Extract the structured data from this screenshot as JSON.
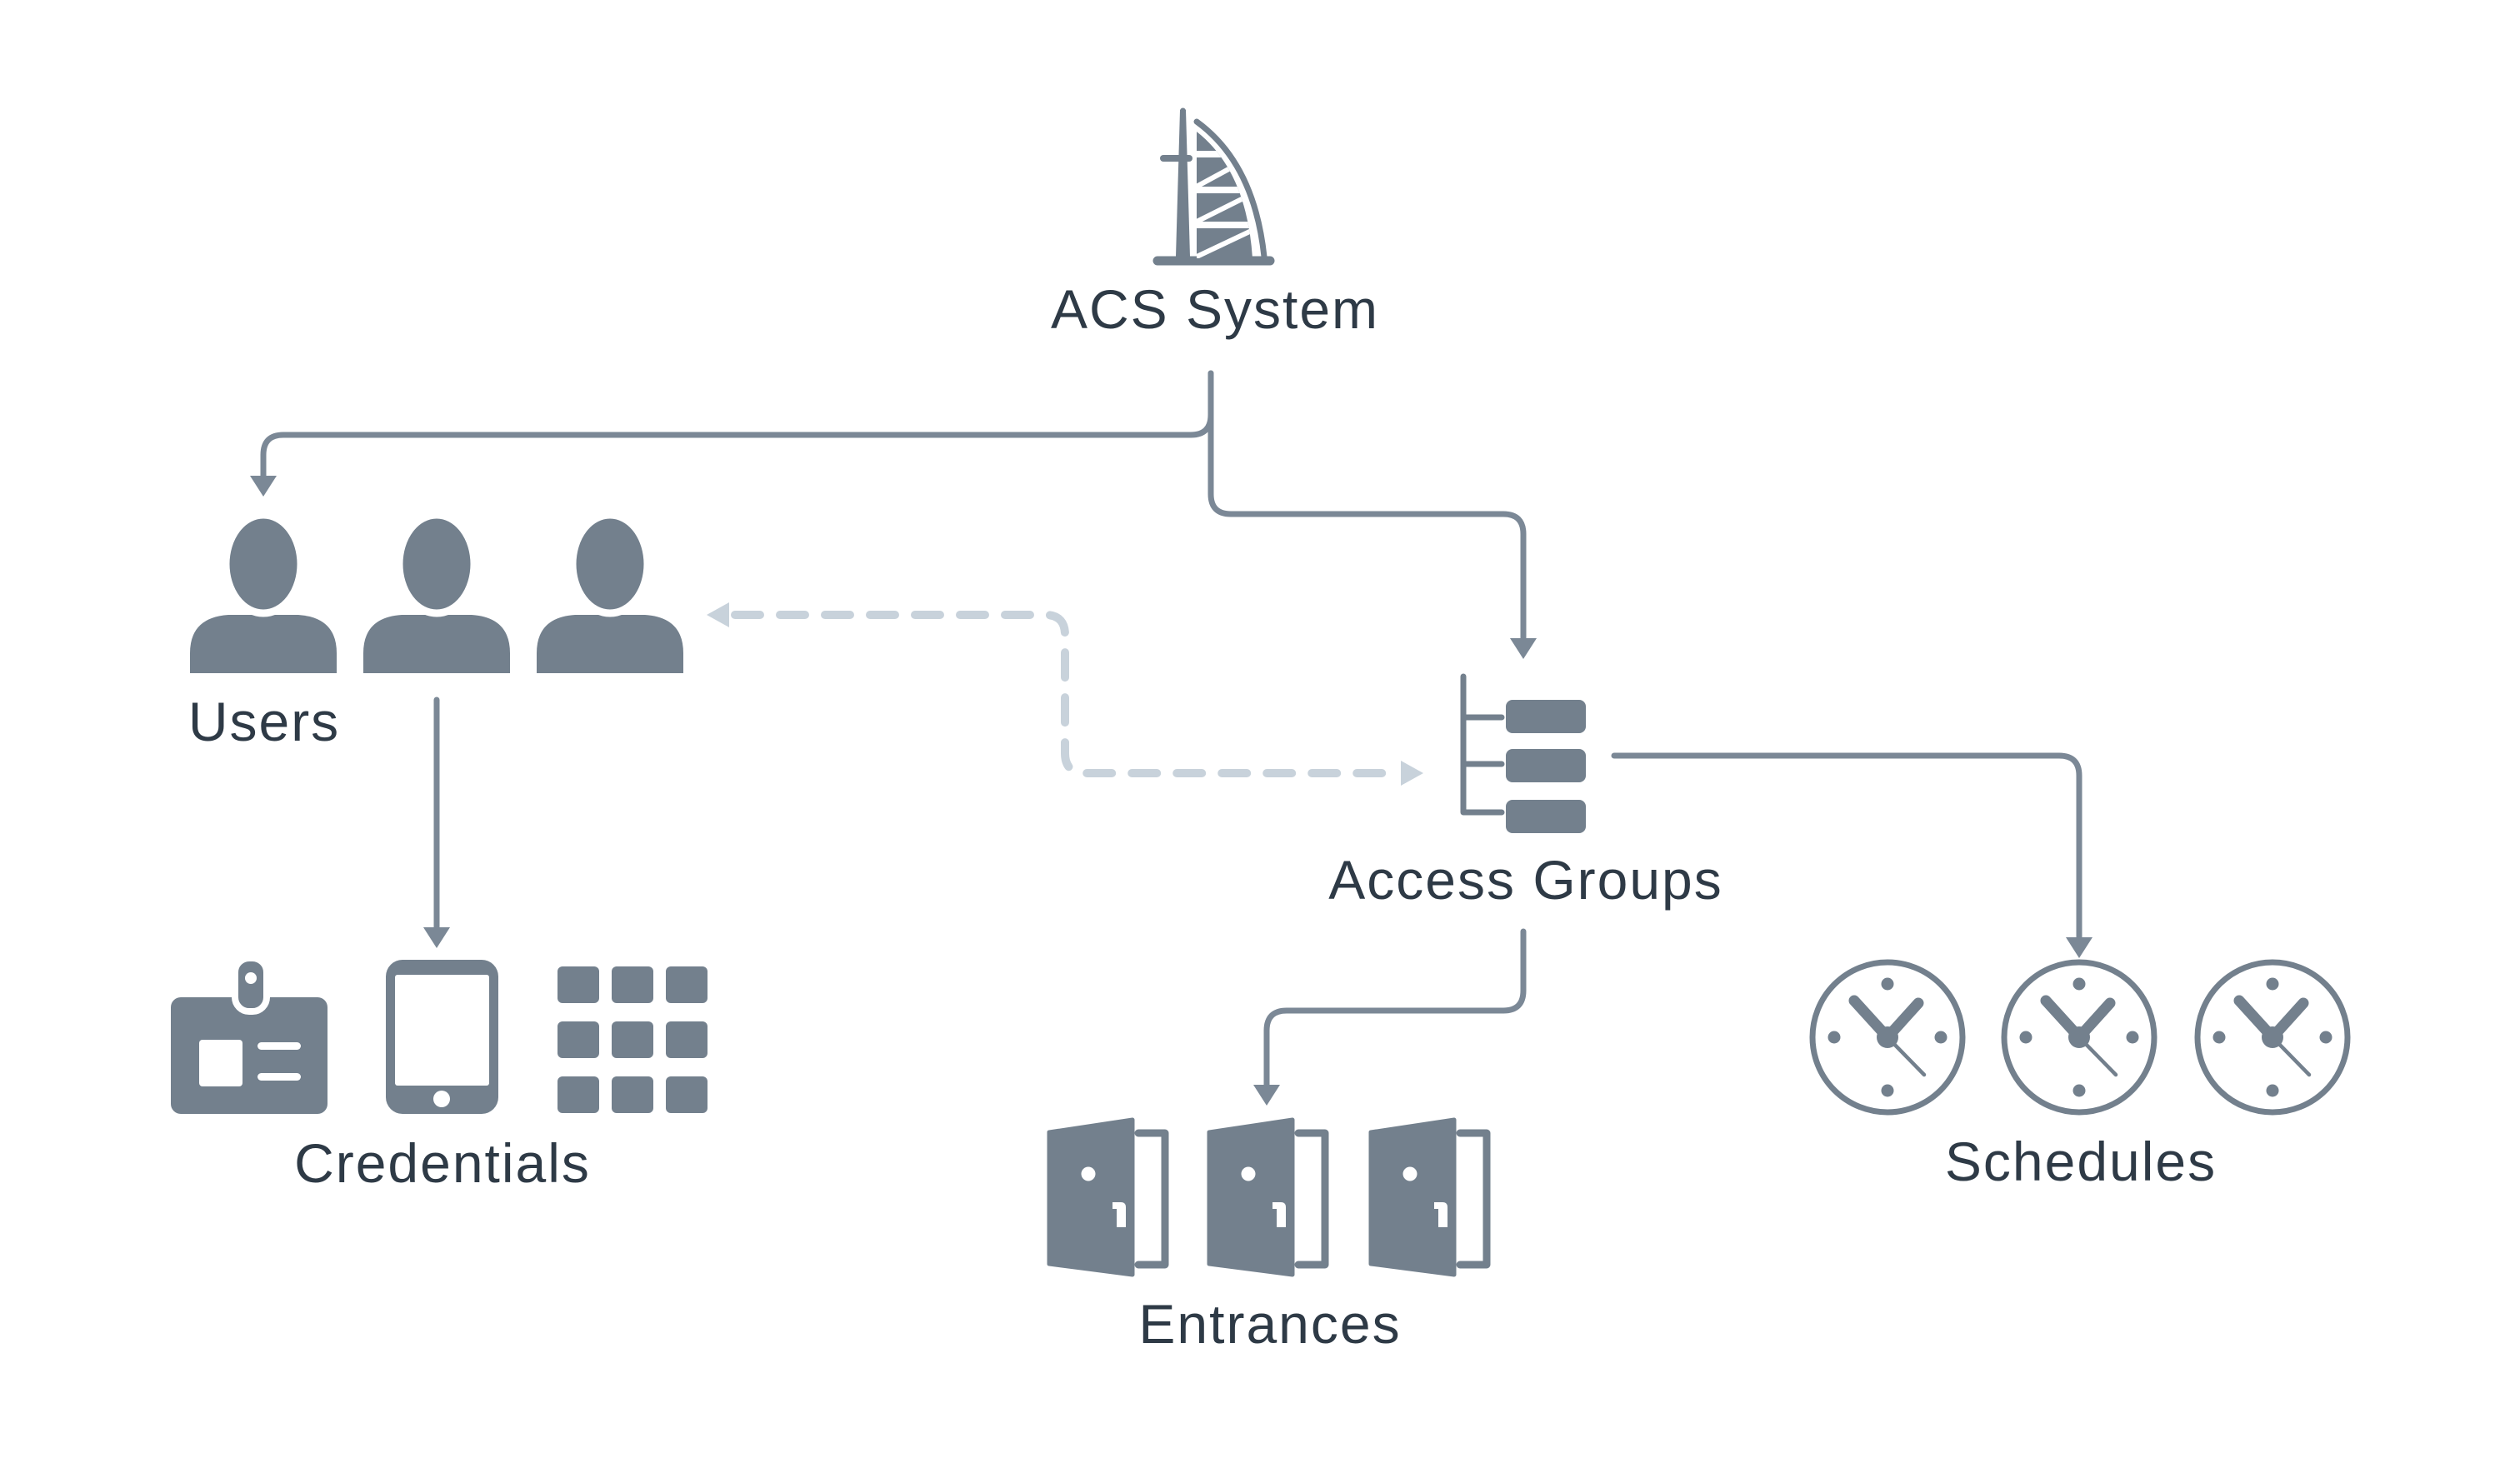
{
  "diagram_title": "ACS System",
  "colors": {
    "background": "#ffffff",
    "icon": "#73808d",
    "line": "#7b8896",
    "dashed_line": "#c8d2db",
    "text": "#2e3a46"
  },
  "nodes": {
    "acs": {
      "label": "ACS System",
      "icon": "burj-al-arab-building-icon"
    },
    "users": {
      "label": "Users",
      "icon": "person-icon",
      "icon_count": 3
    },
    "credentials": {
      "label": "Credentials",
      "icons": [
        "id-badge-icon",
        "smartphone-icon",
        "keypad-icon"
      ]
    },
    "access_groups": {
      "label": "Access Groups",
      "icon": "grouped-list-icon"
    },
    "entrances": {
      "label": "Entrances",
      "icon": "open-door-icon",
      "icon_count": 3
    },
    "schedules": {
      "label": "Schedules",
      "icon": "clock-icon",
      "icon_count": 3
    }
  },
  "edges": [
    {
      "from": "acs",
      "to": "users",
      "style": "solid",
      "arrow": "end"
    },
    {
      "from": "acs",
      "to": "access_groups",
      "style": "solid",
      "arrow": "end"
    },
    {
      "from": "users",
      "to": "credentials",
      "style": "solid",
      "arrow": "end"
    },
    {
      "from": "access_groups",
      "to": "schedules",
      "style": "solid",
      "arrow": "end"
    },
    {
      "from": "access_groups",
      "to": "entrances",
      "style": "solid",
      "arrow": "end"
    },
    {
      "from": "users",
      "to": "access_groups",
      "style": "dashed",
      "arrow": "both"
    }
  ]
}
